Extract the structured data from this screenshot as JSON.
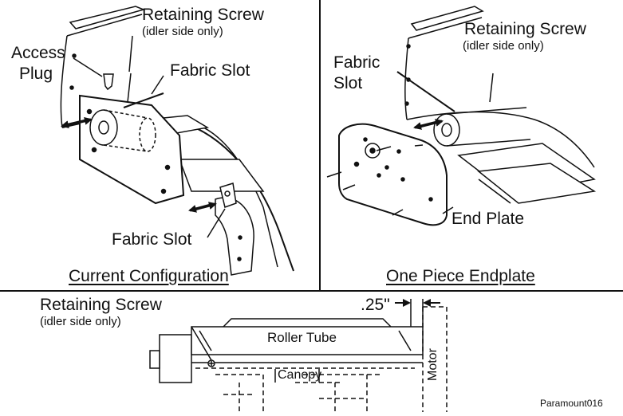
{
  "panels": {
    "current": {
      "caption": "Current Configuration",
      "labels": {
        "retaining_screw": "Retaining Screw",
        "retaining_screw_note": "(idler side only)",
        "access_plug_line1": "Access",
        "access_plug_line2": "Plug",
        "fabric_slot_top": "Fabric Slot",
        "fabric_slot_bottom": "Fabric Slot"
      }
    },
    "one_piece": {
      "caption": "One Piece Endplate",
      "labels": {
        "retaining_screw": "Retaining Screw",
        "retaining_screw_note": "(idler side only)",
        "fabric_slot_line1": "Fabric",
        "fabric_slot_line2": "Slot",
        "end_plate": "End Plate"
      }
    },
    "bottom": {
      "labels": {
        "retaining_screw": "Retaining Screw",
        "retaining_screw_note": "(idler side only)",
        "dimension": ".25\"",
        "roller_tube": "Roller Tube",
        "canopy": "Canopy",
        "motor": "Motor"
      }
    }
  },
  "credit": "Paramount016"
}
